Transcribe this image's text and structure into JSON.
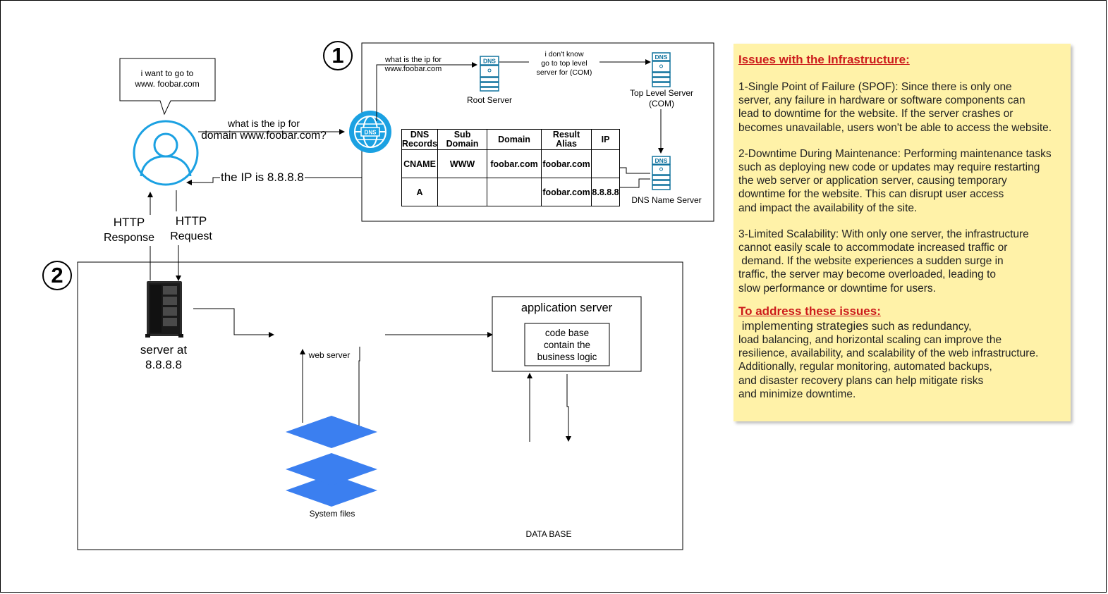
{
  "bubble": {
    "text_line1": "i want to go to",
    "text_line2": "www. foobar.com"
  },
  "user": {
    "question_line1": "what is the ip for",
    "question_line2": "domain www.foobar.com?",
    "answer": "the IP is 8.8.8.8",
    "http_response_line1": "HTTP",
    "http_response_line2": "Response",
    "http_request_line1": "HTTP",
    "http_request_line2": "Request"
  },
  "section1": {
    "number": "1",
    "query_line1": "what is the ip  for",
    "query_line2": "www.foobar.com",
    "root_server": "Root Server",
    "dont_know_line1": "i don't know",
    "dont_know_line2": "go to top level",
    "dont_know_line3": "server for (COM)",
    "tld_line1": "Top Level Server",
    "tld_line2": "(COM)",
    "dns_name_server": "DNS Name Server",
    "dns_badge": "DNS",
    "table": {
      "headers": [
        "DNS\nRecords",
        "Sub\nDomain",
        "Domain",
        "Result Alias",
        "IP"
      ],
      "rows": [
        [
          "CNAME",
          "WWW",
          "foobar.com",
          "foobar.com",
          ""
        ],
        [
          "A",
          "",
          "",
          "foobar.com",
          "8.8.8.8"
        ]
      ]
    }
  },
  "section2": {
    "number": "2",
    "server_line1": "server at",
    "server_line2": "8.8.8.8",
    "web_server": "web server",
    "system_files": "System files",
    "app_server": "application server",
    "code_line1": "code base",
    "code_line2": "contain the",
    "code_line3": "business logic",
    "database": "DATA BASE"
  },
  "note": {
    "title": "Issues with the Infrastructure:",
    "p1": [
      "1-Single Point of Failure (SPOF): Since there is only one",
      "server, any failure in hardware or software components can",
      "lead to downtime for the website. If the server crashes or",
      "becomes unavailable, users won't be able to access the website."
    ],
    "p2": [
      "2-Downtime During Maintenance: Performing maintenance tasks",
      "such as deploying new code or updates may require restarting",
      "the web server or application server, causing temporary",
      "downtime for the website. This can disrupt user access",
      "and impact the availability of the site."
    ],
    "p3": [
      "3-Limited Scalability: With only one server, the infrastructure",
      "cannot easily scale to accommodate increased traffic or",
      " demand. If the website experiences a sudden surge in",
      "traffic, the server may become overloaded, leading to",
      "slow performance or downtime for users."
    ],
    "subtitle": "To address these issues:",
    "p4_big": " implementing strategies",
    "p4_rest": " such as redundancy,",
    "p4": [
      "load balancing, and horizontal scaling can improve the",
      "resilience, availability, and scalability of the web infrastructure.",
      "Additionally, regular monitoring, automated backups,",
      "and disaster recovery plans can help mitigate risks",
      "and minimize downtime."
    ]
  },
  "colors": {
    "blue": "#1ba1e2",
    "layers": "#3b7ff0",
    "note_bg": "#fff2a8",
    "note_title": "#cc1b1b",
    "dns_icon": "#10739e"
  }
}
